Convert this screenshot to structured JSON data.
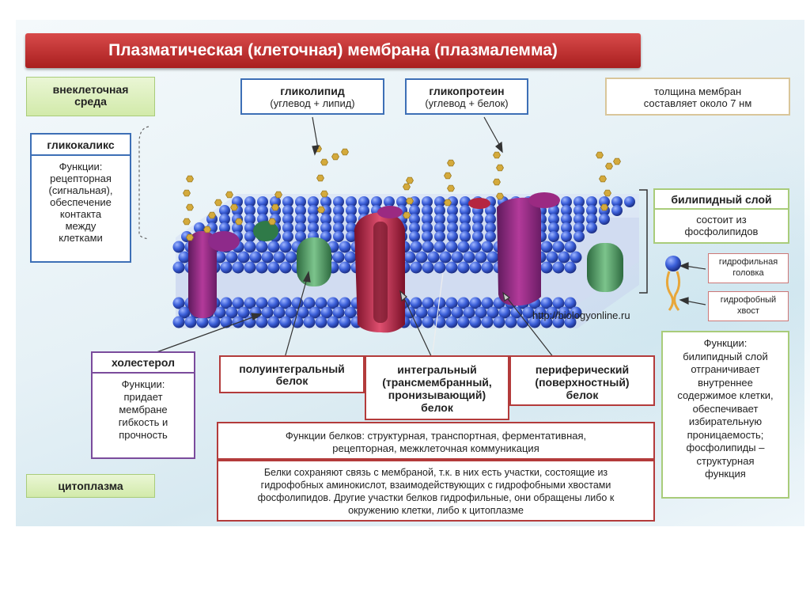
{
  "title": "Плазматическая (клеточная) мембрана (плазмалемма)",
  "url": "http://biologyonline.ru",
  "extracellular": "внеклеточная среда",
  "glycocalyx": {
    "title": "гликокаликс",
    "lines": [
      "Функции:",
      "рецепторная",
      "(сигнальная),",
      "обеспечение",
      "контакта",
      "между",
      "клетками"
    ]
  },
  "glycolipid": {
    "title": "гликолипид",
    "sub": "(углевод + липид)"
  },
  "glycoprotein": {
    "title": "гликопротеин",
    "sub": "(углевод + белок)"
  },
  "thickness": [
    "толщина мембран",
    "составляет около 7 нм"
  ],
  "bilipid": {
    "title": "билипидный слой",
    "lines": [
      "состоит из",
      "фосфолипидов"
    ]
  },
  "hydrophilic": [
    "гидрофильная",
    "головка"
  ],
  "hydrophobic": [
    "гидрофобный",
    "хвост"
  ],
  "bilipid_functions": [
    "Функции:",
    "билипидный слой",
    "отграничивает",
    "внутреннее",
    "содержимое клетки,",
    "обеспечивает",
    "избирательную",
    "проницаемость;",
    "фосфолипиды –",
    "структурная",
    "функция"
  ],
  "cholesterol": {
    "title": "холестерол",
    "lines": [
      "Функции:",
      "придает",
      "мембране",
      "гибкость и",
      "прочность"
    ]
  },
  "cytoplasm": "цитоплазма",
  "semi_integral": [
    "полуинтегральный",
    "белок"
  ],
  "integral": [
    "интегральный",
    "(трансмембранный,",
    "пронизывающий)",
    "белок"
  ],
  "peripheral": [
    "периферический",
    "(поверхностный)",
    "белок"
  ],
  "protein_functions": [
    "Функции белков: структурная, транспортная, ферментативная,",
    "рецепторная, межклеточная коммуникация"
  ],
  "protein_note": [
    "Белки сохраняют связь с мембраной, т.к. в них есть участки, состоящие из",
    "гидрофобных аминокислот, взаимодействующих с гидрофобными хвостами",
    "фосфолипидов. Другие участки белков гидрофильные, они обращены либо к",
    "окружению клетки, либо к цитоплазме"
  ],
  "colors": {
    "title_red": "#c0302f",
    "green_border": "#a9cc7a",
    "blue_border": "#3d6fb6",
    "purple_border": "#7b4b9c",
    "red_border": "#b33b3b",
    "lipid_blue": "#3b5fd9",
    "glyco_gold": "#d4aa3c",
    "protein_magenta": "#9b2a82",
    "protein_green": "#4e9a63",
    "protein_red": "#b52641"
  }
}
